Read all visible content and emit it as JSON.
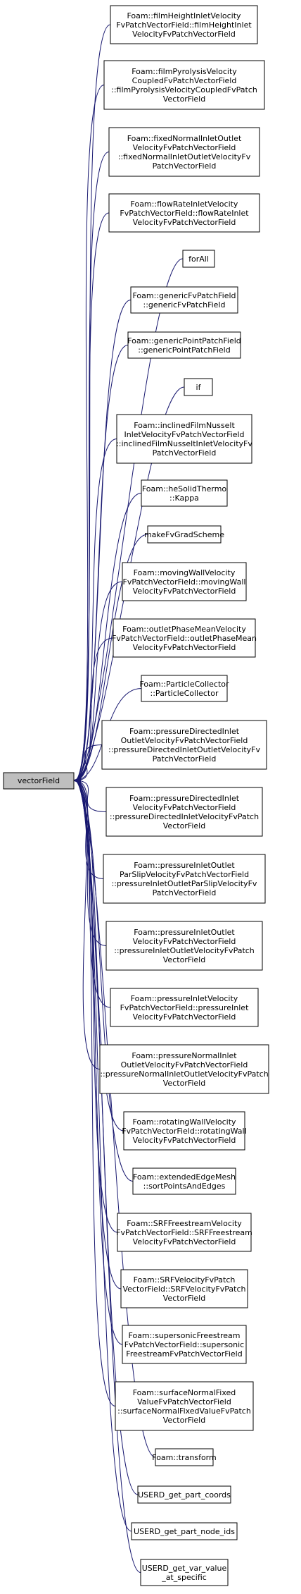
{
  "colors": {
    "edge": "#191970",
    "node_fill": "#ffffff",
    "root_fill": "#bfbfbf",
    "border": "#000000"
  },
  "root": {
    "label": "vectorField"
  },
  "callers": [
    {
      "lines": [
        "Foam::filmHeightInletVelocity",
        "FvPatchVectorField::filmHeightInlet",
        "VelocityFvPatchVectorField"
      ]
    },
    {
      "lines": [
        "Foam::filmPyrolysisVelocity",
        "CoupledFvPatchVectorField",
        "::filmPyrolysisVelocityCoupledFvPatch",
        "VectorField"
      ]
    },
    {
      "lines": [
        "Foam::fixedNormalInletOutlet",
        "VelocityFvPatchVectorField",
        "::fixedNormalInletOutletVelocityFv",
        "PatchVectorField"
      ]
    },
    {
      "lines": [
        "Foam::flowRateInletVelocity",
        "FvPatchVectorField::flowRateInlet",
        "VelocityFvPatchVectorField"
      ]
    },
    {
      "lines": [
        "forAll"
      ]
    },
    {
      "lines": [
        "Foam::genericFvPatchField",
        "::genericFvPatchField"
      ]
    },
    {
      "lines": [
        "Foam::genericPointPatchField",
        "::genericPointPatchField"
      ]
    },
    {
      "lines": [
        "if"
      ]
    },
    {
      "lines": [
        "Foam::inclinedFilmNusselt",
        "InletVelocityFvPatchVectorField",
        "::inclinedFilmNusseltInletVelocityFv",
        "PatchVectorField"
      ]
    },
    {
      "lines": [
        "Foam::heSolidThermo",
        "::Kappa"
      ]
    },
    {
      "lines": [
        "makeFvGradScheme"
      ]
    },
    {
      "lines": [
        "Foam::movingWallVelocity",
        "FvPatchVectorField::movingWall",
        "VelocityFvPatchVectorField"
      ]
    },
    {
      "lines": [
        "Foam::outletPhaseMeanVelocity",
        "FvPatchVectorField::outletPhaseMean",
        "VelocityFvPatchVectorField"
      ]
    },
    {
      "lines": [
        "Foam::ParticleCollector",
        "::ParticleCollector"
      ]
    },
    {
      "lines": [
        "Foam::pressureDirectedInlet",
        "OutletVelocityFvPatchVectorField",
        "::pressureDirectedInletOutletVelocityFv",
        "PatchVectorField"
      ]
    },
    {
      "lines": [
        "Foam::pressureDirectedInlet",
        "VelocityFvPatchVectorField",
        "::pressureDirectedInletVelocityFvPatch",
        "VectorField"
      ]
    },
    {
      "lines": [
        "Foam::pressureInletOutlet",
        "ParSlipVelocityFvPatchVectorField",
        "::pressureInletOutletParSlipVelocityFv",
        "PatchVectorField"
      ]
    },
    {
      "lines": [
        "Foam::pressureInletOutlet",
        "VelocityFvPatchVectorField",
        "::pressureInletOutletVelocityFvPatch",
        "VectorField"
      ]
    },
    {
      "lines": [
        "Foam::pressureInletVelocity",
        "FvPatchVectorField::pressureInlet",
        "VelocityFvPatchVectorField"
      ]
    },
    {
      "lines": [
        "Foam::pressureNormalInlet",
        "OutletVelocityFvPatchVectorField",
        "::pressureNormalInletOutletVelocityFvPatch",
        "VectorField"
      ]
    },
    {
      "lines": [
        "Foam::rotatingWallVelocity",
        "FvPatchVectorField::rotatingWall",
        "VelocityFvPatchVectorField"
      ]
    },
    {
      "lines": [
        "Foam::extendedEdgeMesh",
        "::sortPointsAndEdges"
      ]
    },
    {
      "lines": [
        "Foam::SRFFreestreamVelocity",
        "FvPatchVectorField::SRFFreestream",
        "VelocityFvPatchVectorField"
      ]
    },
    {
      "lines": [
        "Foam::SRFVelocityFvPatch",
        "VectorField::SRFVelocityFvPatch",
        "VectorField"
      ]
    },
    {
      "lines": [
        "Foam::supersonicFreestream",
        "FvPatchVectorField::supersonic",
        "FreestreamFvPatchVectorField"
      ]
    },
    {
      "lines": [
        "Foam::surfaceNormalFixed",
        "ValueFvPatchVectorField",
        "::surfaceNormalFixedValueFvPatch",
        "VectorField"
      ]
    },
    {
      "lines": [
        "Foam::transform"
      ]
    },
    {
      "lines": [
        "USERD_get_part_coords"
      ]
    },
    {
      "lines": [
        "USERD_get_part_node_ids"
      ]
    },
    {
      "lines": [
        "USERD_get_var_value",
        "_at_specific"
      ]
    }
  ]
}
